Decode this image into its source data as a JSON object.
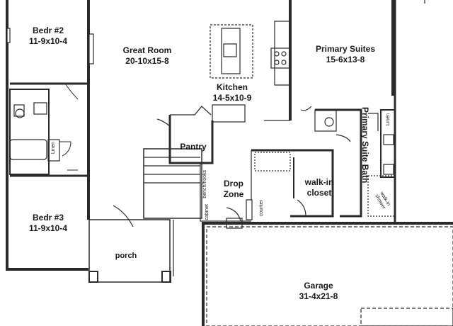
{
  "rooms": {
    "bedr2": {
      "name": "Bedr #2",
      "size": "11-9x10-4"
    },
    "great_room": {
      "name": "Great Room",
      "size": "20-10x15-8"
    },
    "primary_suites": {
      "name": "Primary Suites",
      "size": "15-6x13-8"
    },
    "kitchen": {
      "name": "Kitchen",
      "size": "14-5x10-9"
    },
    "pantry": {
      "name": "Pantry"
    },
    "drop_zone": {
      "name": "Drop Zone"
    },
    "walkin_closet": {
      "name": "walk-in closet"
    },
    "primary_suite_bath": {
      "name": "Primary Suite Bath"
    },
    "bedr3": {
      "name": "Bedr #3",
      "size": "11-9x10-4"
    },
    "porch": {
      "name": "porch"
    },
    "garage": {
      "name": "Garage",
      "size": "31-4x21-8"
    }
  },
  "fixtures": {
    "linen_left": "Linen",
    "linen_right": "Linen",
    "bench_hooks": "bench/hooks",
    "cabinet": "cabinet",
    "counter": "counter",
    "walkin_shower": "walk-in shower"
  },
  "colors": {
    "wall": "#2a2a2a",
    "line": "#333333",
    "background": "#ffffff"
  }
}
